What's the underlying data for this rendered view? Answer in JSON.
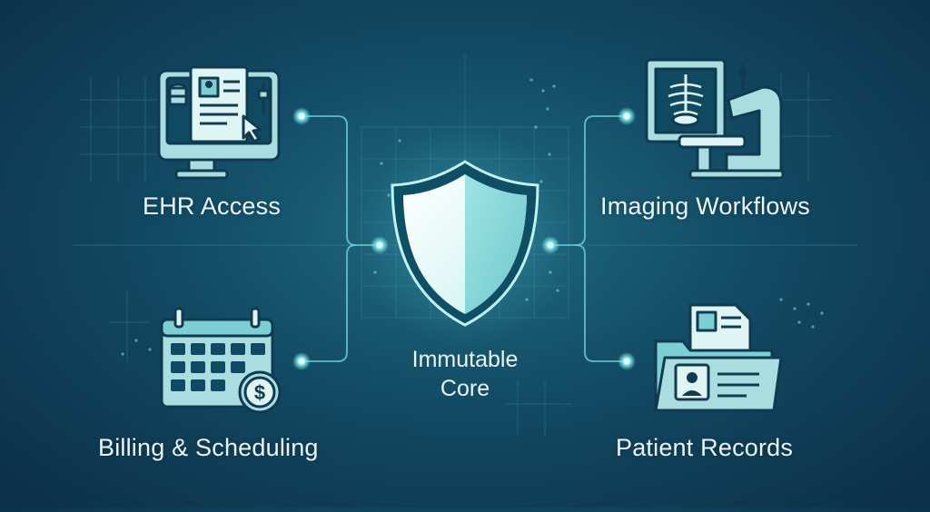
{
  "diagram": {
    "center": {
      "line1": "Immutable",
      "line2": "Core"
    },
    "nodes": [
      {
        "label": "EHR Access",
        "icon": "computer-monitor-icon"
      },
      {
        "label": "Imaging Workflows",
        "icon": "xray-scanner-icon"
      },
      {
        "label": "Billing & Scheduling",
        "icon": "calendar-billing-icon"
      },
      {
        "label": "Patient Records",
        "icon": "patient-folder-icon"
      }
    ],
    "center_icon": "shield-icon"
  },
  "colors": {
    "bg_center": "#1f6b82",
    "bg_edge": "#0b2f47",
    "accent": "#7fe0e0",
    "icon_fill": "#a9dde0",
    "icon_stroke": "#0f3a50"
  }
}
